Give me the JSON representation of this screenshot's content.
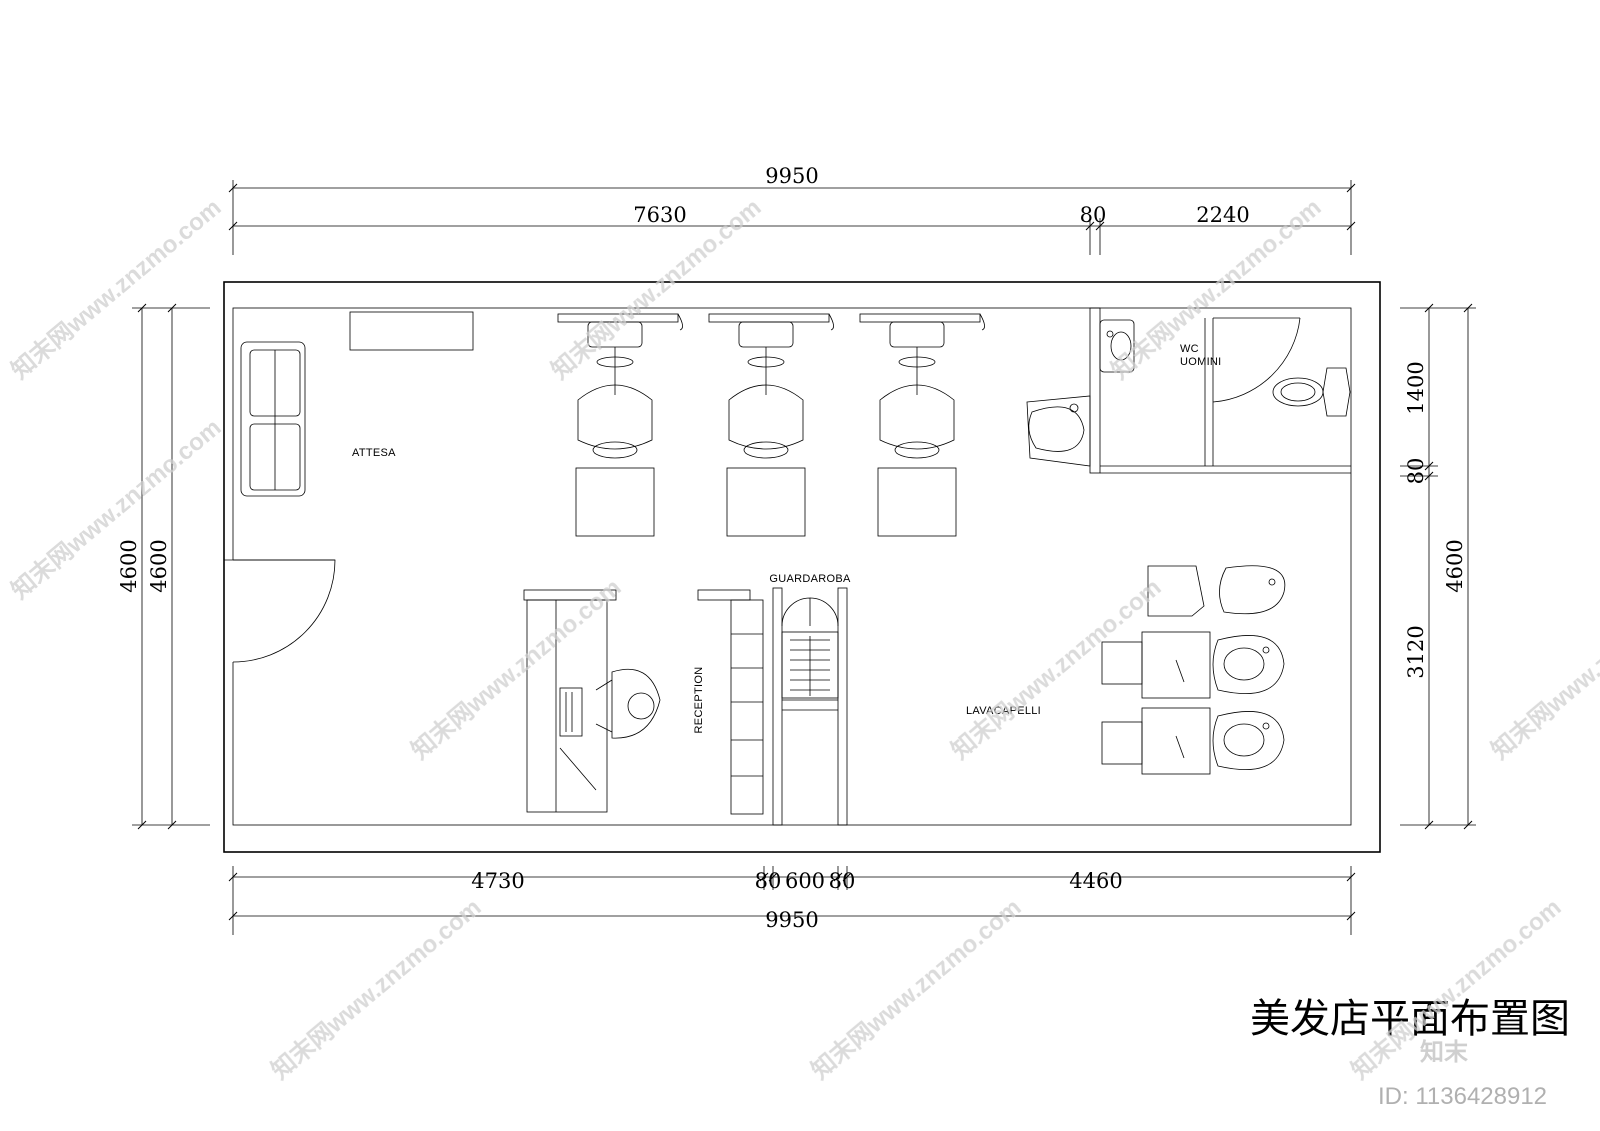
{
  "title": "美发店平面布置图",
  "dimensions": {
    "top_total": "9950",
    "top_left": "7630",
    "top_mid": "80",
    "top_right": "2240",
    "bottom_left": "4730",
    "bottom_80a": "80",
    "bottom_600": "600",
    "bottom_80b": "80",
    "bottom_right": "4460",
    "bottom_total": "9950",
    "left_outer": "4600",
    "left_inner": "4600",
    "right_1400": "1400",
    "right_80": "80",
    "right_3120": "3120",
    "right_total": "4600"
  },
  "rooms": {
    "attesa": "ATTESA",
    "wc_line1": "WC",
    "wc_line2": "UOMINI",
    "guardaroba": "GUARDAROBA",
    "reception": "RECEPTION",
    "lavacapelli": "LAVACAPELLI"
  },
  "watermark": {
    "site": "知末网www.znzmo.com",
    "logo": "知末",
    "id": "ID: 1136428912"
  },
  "colors": {
    "line": "#000000",
    "background": "#ffffff",
    "watermark": "#cfcfcf"
  }
}
